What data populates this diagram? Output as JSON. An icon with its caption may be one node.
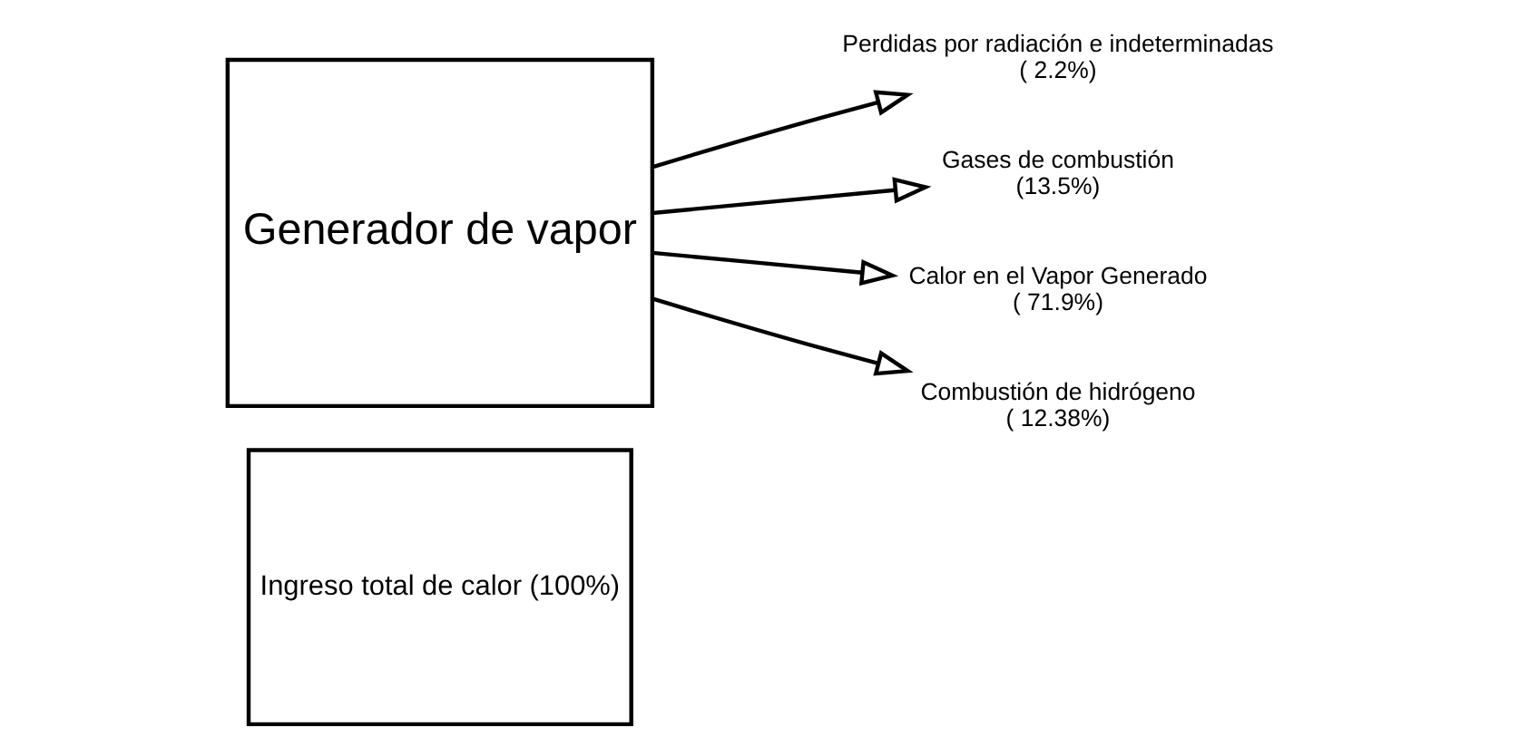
{
  "diagram": {
    "nodes": [
      {
        "text": [
          "Ingreso total de calor (100%)"
        ]
      },
      {
        "text": [
          "Generador de vapor"
        ]
      },
      {
        "text": [
          "Perdidas por radiación e indeterminadas"
        ],
        "beside": [
          "( 2.2%)"
        ]
      },
      {
        "text": [
          "Gases de combustión"
        ],
        "beside": [
          "(13.5%)"
        ]
      },
      {
        "text": [
          "Calor en el Vapor Generado"
        ],
        "beside": [
          "( 71.9%)"
        ]
      },
      {
        "text": [
          "Combustión de hidrógeno"
        ],
        "beside": [
          "( 12.38%)"
        ]
      }
    ],
    "edges": [
      {
        "from": 1,
        "to": 2,
        "arrow": "to"
      },
      {
        "from": 1,
        "to": 3,
        "arrow": "to"
      },
      {
        "from": 1,
        "to": 4,
        "arrow": "to"
      },
      {
        "from": 1,
        "to": 5,
        "arrow": "to"
      }
    ]
  }
}
